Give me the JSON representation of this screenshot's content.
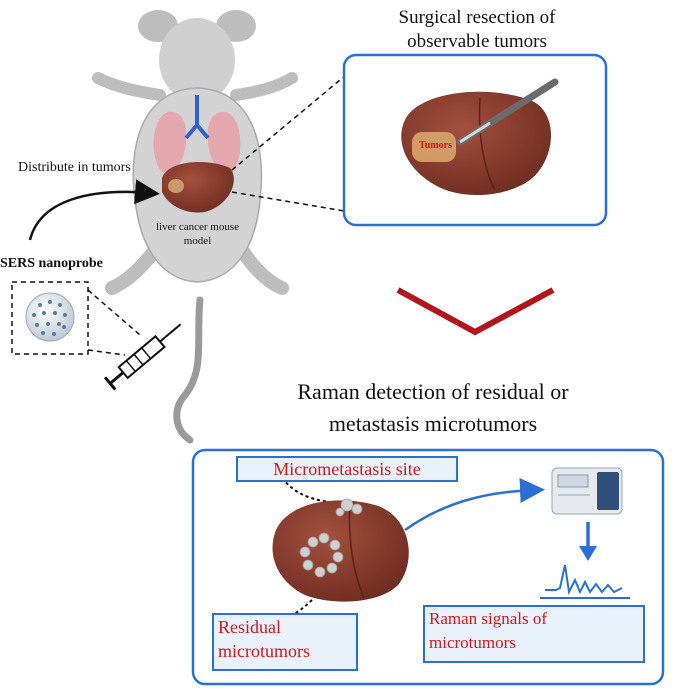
{
  "labels": {
    "resection_title_line1": "Surgical resection of",
    "resection_title_line2": "observable tumors",
    "distribute": "Distribute in tumors",
    "nanoprobe": "SERS nanoprobe",
    "mouse_model_line1": "liver cancer mouse",
    "mouse_model_line2": "model",
    "tumors": "Tumors",
    "raman_title_line1": "Raman detection of residual or",
    "raman_title_line2": "metastasis microtumors",
    "micrometastasis": "Micrometastasis site",
    "residual_line1": "Residual",
    "residual_line2": "microtumors",
    "raman_signals_line1": "Raman signals of",
    "raman_signals_line2": "microtumors"
  },
  "colors": {
    "accent_blue": "#2b6fd6",
    "label_red": "#d01818",
    "chevron_red": "#b0161c",
    "liver": "#8a3b2c",
    "mouse_gray": "#c9c9c9"
  },
  "icons": [
    "mouse-illustration",
    "lung-icon",
    "liver-icon",
    "scalpel-icon",
    "nanoparticle-icon",
    "syringe-icon",
    "spectrometer-icon",
    "spectrum-icon",
    "down-chevron-icon",
    "down-arrow-icon"
  ]
}
